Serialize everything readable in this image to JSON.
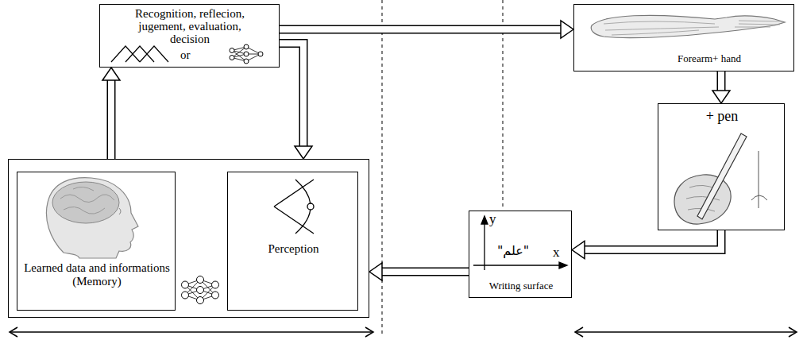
{
  "diagram": {
    "nodes": [
      {
        "text": [
          "Recognition, reflecion, jugement, evaluation, decision",
          "or"
        ]
      },
      {
        "text": []
      },
      {
        "text": [
          "Learned data and informations (Memory)"
        ],
        "in": 1
      },
      {
        "text": [
          "Perception"
        ],
        "in": 1
      },
      {
        "text": [
          "Forearm+ hand"
        ]
      },
      {
        "text": [
          "+ pen"
        ]
      },
      {
        "text": [
          "Writing surface"
        ]
      }
    ],
    "edges": [
      {
        "from": 0,
        "to": 4,
        "arrow": "to"
      },
      {
        "from": 1,
        "to": 0,
        "arrow": "to"
      },
      {
        "from": 0,
        "to": 1,
        "arrow": "to"
      },
      {
        "from": 4,
        "to": 5,
        "arrow": "to"
      },
      {
        "from": 5,
        "to": 6,
        "arrow": "to"
      },
      {
        "from": 6,
        "to": 1,
        "arrow": "to"
      }
    ],
    "labels": [
      "y",
      "x",
      "\"علم\""
    ]
  }
}
